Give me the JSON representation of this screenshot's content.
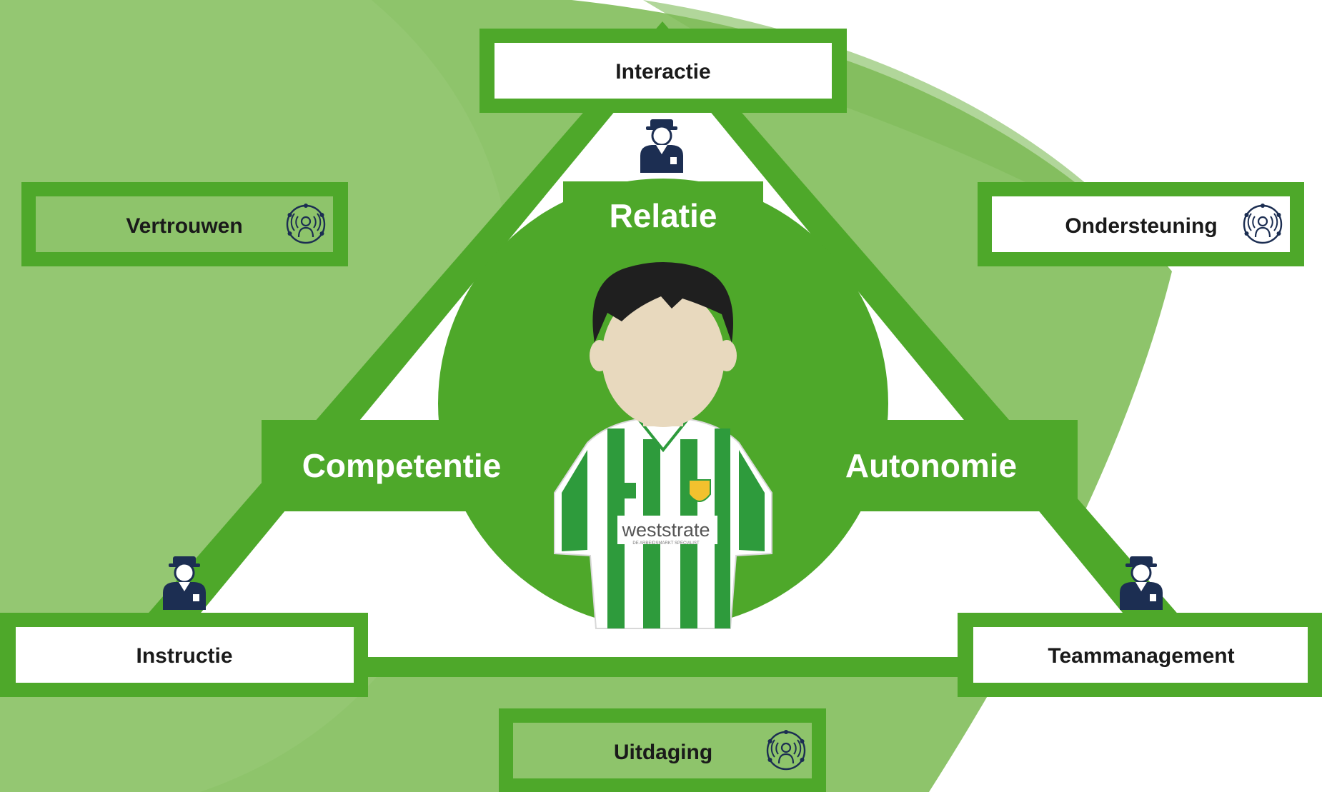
{
  "center": {
    "relatie": "Relatie",
    "competentie": "Competentie",
    "autonomie": "Autonomie",
    "jersey_sponsor": "weststrate",
    "jersey_subtext": "DE ARBEIDSMARKT SPECIALIST"
  },
  "boxes": {
    "interactie": "Interactie",
    "vertrouwen": "Vertrouwen",
    "ondersteuning": "Ondersteuning",
    "instructie": "Instructie",
    "teammanagement": "Teammanagement",
    "uitdaging": "Uitdaging"
  },
  "icons": {
    "coach": "coach-person-icon",
    "player_signal": "player-signal-icon"
  },
  "colors": {
    "green": "#4ea82a",
    "green_light": "#8ec46b",
    "navy": "#1c2e52",
    "white": "#ffffff",
    "text": "#1a1a1a"
  }
}
